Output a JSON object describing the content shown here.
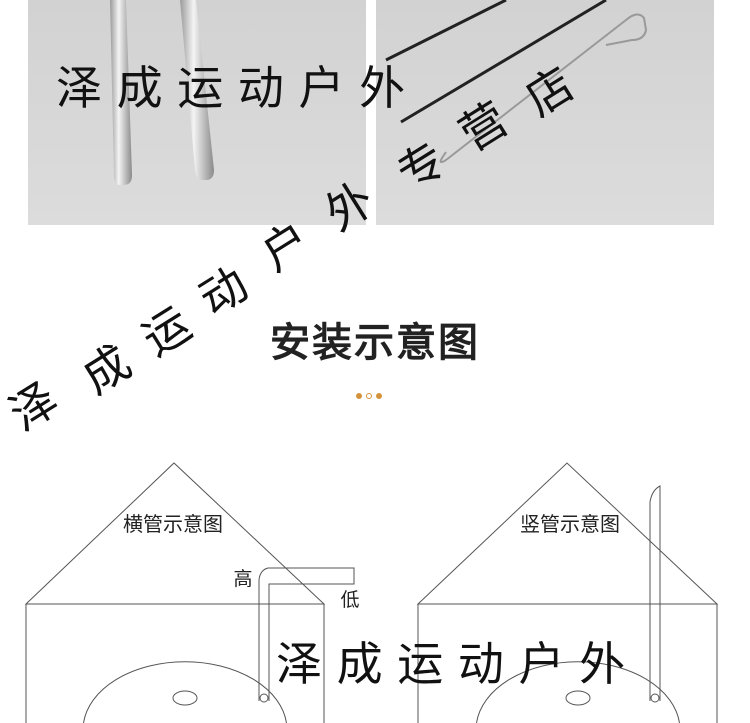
{
  "watermark": {
    "top": "泽 成 运 动 户 外",
    "diagonal": [
      "泽",
      "成",
      "运",
      "动",
      "户",
      "外",
      "专",
      "营",
      "店"
    ],
    "bottom": "泽 成 运 动 户 外"
  },
  "section_title": "安装示意图",
  "accent_color": "#d4933a",
  "diagram_left": {
    "label": "横管示意图",
    "high": "高",
    "low": "低"
  },
  "diagram_right": {
    "label": "竖管示意图"
  }
}
